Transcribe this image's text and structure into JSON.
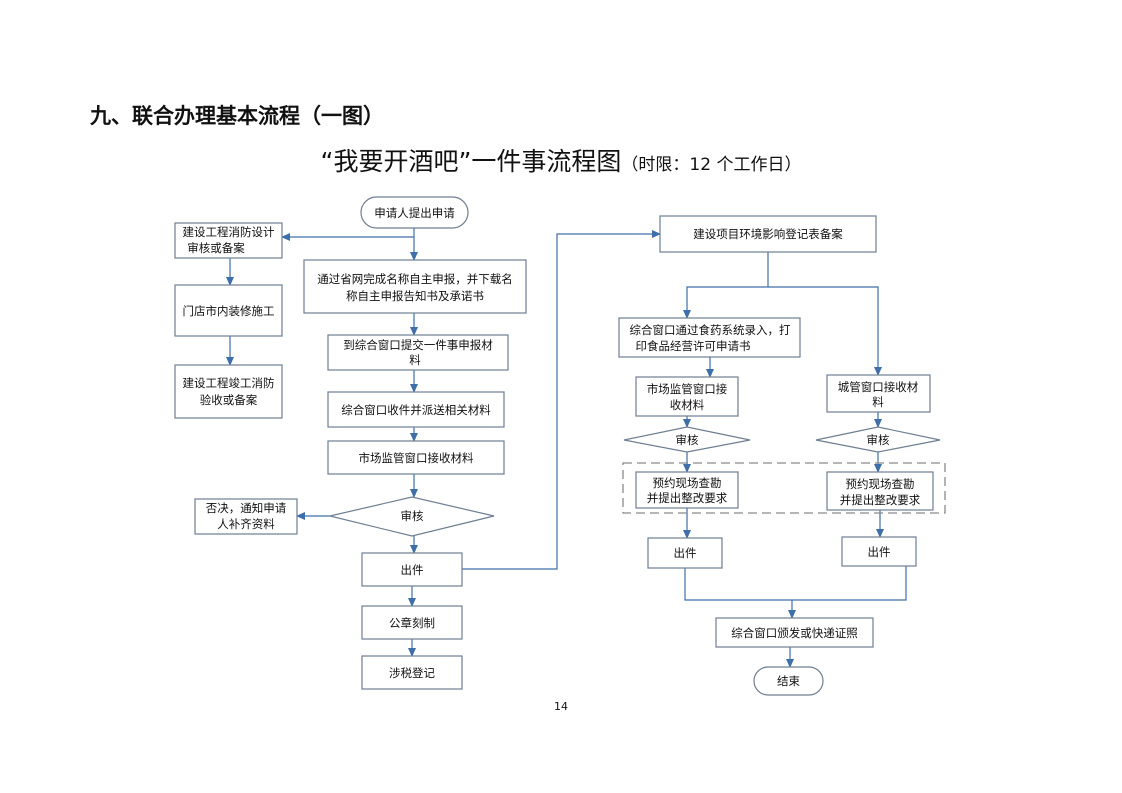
{
  "section_title": "九、联合办理基本流程（一图）",
  "main_title": "“我要开酒吧”一件事流程图",
  "time_limit": "（时限：12 个工作日）",
  "page_number": "14",
  "flowchart": {
    "start": "申请人提出申请",
    "left_branch": {
      "fire_design": [
        "建设工程消防设计",
        "审核或备案"
      ],
      "decoration": "门店市内装修施工",
      "fire_acceptance": [
        "建设工程竣工消防",
        "验收或备案"
      ]
    },
    "center": {
      "online_report": [
        "通过省网完成名称自主申报，并下载名",
        "称自主申报告知书及承诺书"
      ],
      "submit": [
        "到综合窗口提交一件事申报材",
        "料"
      ],
      "dispatch": "综合窗口收件并派送相关材料",
      "market_receive": "市场监管窗口接收材料",
      "review": "审核",
      "reject": [
        "否决，通知申请",
        "人补齐资料"
      ],
      "issue": "出件",
      "seal": "公章刻制",
      "tax": "涉税登记"
    },
    "right": {
      "env_record": "建设项目环境影响登记表备案",
      "food_entry": [
        "综合窗口通过食药系统录入，打",
        "印食品经营许可申请书"
      ],
      "market_receive": [
        "市场监管窗口接",
        "收材料"
      ],
      "urban_receive": [
        "城管窗口接收材",
        "料"
      ],
      "review_left": "审核",
      "review_right": "审核",
      "inspect_left": [
        "预约现场查勘",
        "并提出整改要求"
      ],
      "inspect_right": [
        "预约现场查勘",
        "并提出整改要求"
      ],
      "issue_left": "出件",
      "issue_right": "出件",
      "certificate": "综合窗口颁发或快递证照",
      "end": "结束"
    }
  }
}
